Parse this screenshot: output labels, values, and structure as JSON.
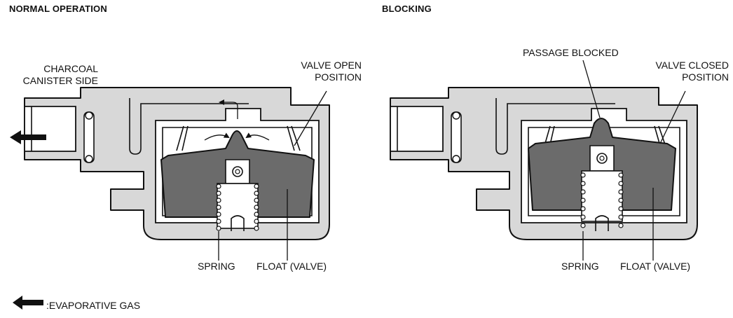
{
  "left_panel": {
    "heading": "NORMAL OPERATION",
    "canister_label_line1": "CHARCOAL",
    "canister_label_line2": "CANISTER SIDE",
    "valve_label_line1": "VALVE OPEN",
    "valve_label_line2": "POSITION",
    "spring_label": "SPRING",
    "float_label": "FLOAT (VALVE)"
  },
  "right_panel": {
    "heading": "BLOCKING",
    "passage_label": "PASSAGE BLOCKED",
    "valve_label_line1": "VALVE CLOSED",
    "valve_label_line2": "POSITION",
    "spring_label": "SPRING",
    "float_label": "FLOAT (VALVE)"
  },
  "legend": {
    "text": ":EVAPORATIVE GAS",
    "arrow_icon": "left-arrow-icon"
  },
  "colors": {
    "housing": "#d8d8d8",
    "float": "#6b6b6b",
    "outline": "#111111"
  }
}
